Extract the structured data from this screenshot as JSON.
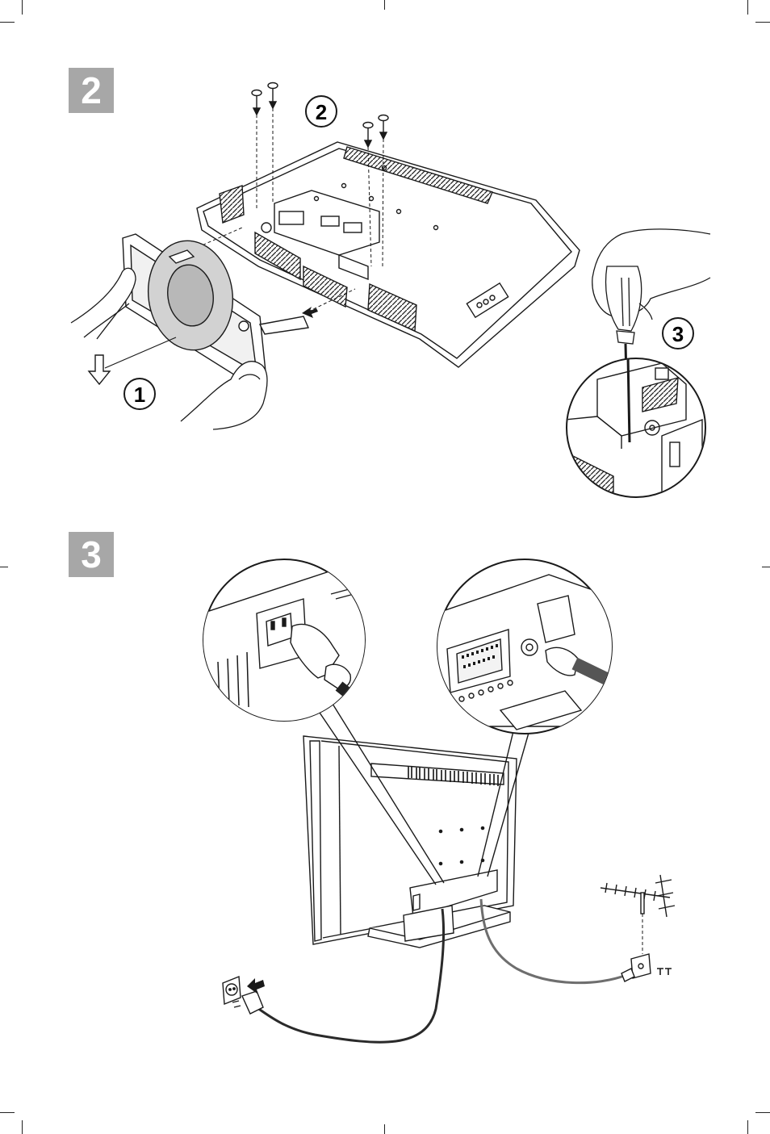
{
  "steps": {
    "two": "2",
    "three": "3"
  },
  "callouts": {
    "one": "1",
    "two": "2",
    "three": "3"
  },
  "colors": {
    "step_box": "#a7a7a7",
    "line": "#1a1a1a",
    "cable_gray": "#6e6e6e"
  }
}
